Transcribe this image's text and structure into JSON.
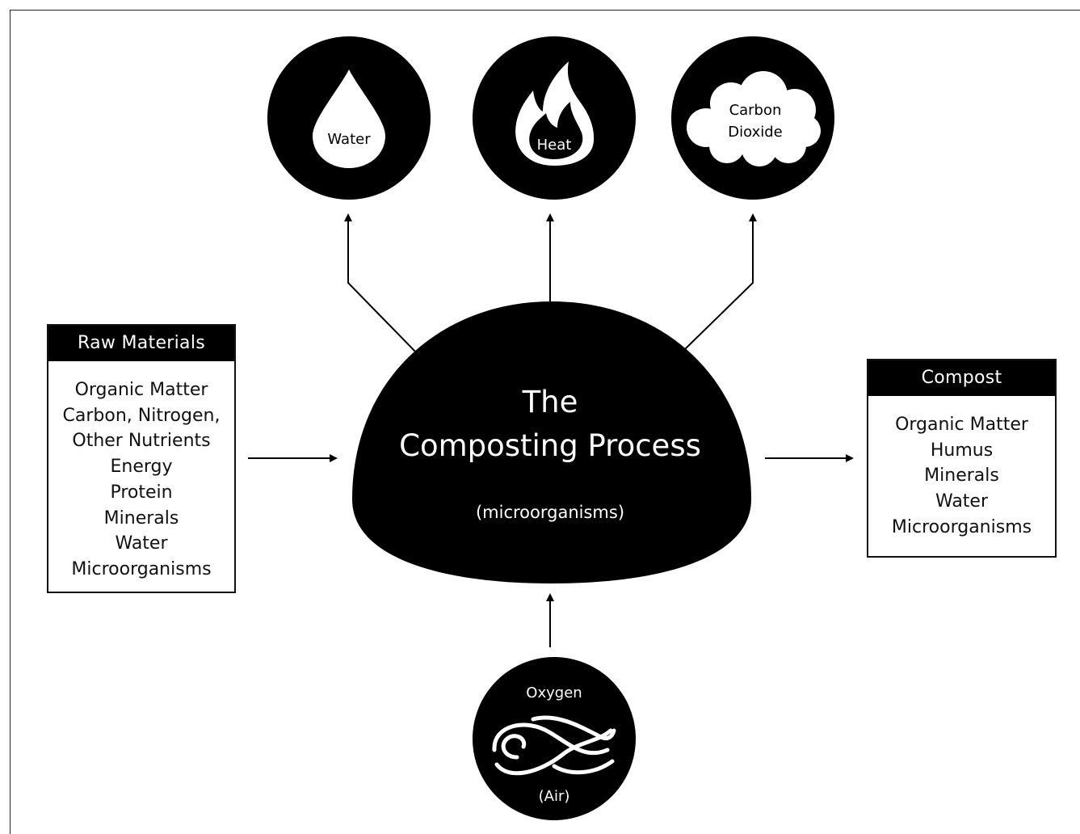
{
  "center": {
    "title_line1": "The",
    "title_line2": "Composting Process",
    "subtitle": "(microorganisms)"
  },
  "outputs": [
    {
      "label": "Water",
      "icon": "water-drop-icon"
    },
    {
      "label": "Heat",
      "icon": "flame-icon"
    },
    {
      "label_line1": "Carbon",
      "label_line2": "Dioxide",
      "icon": "cloud-icon"
    }
  ],
  "input_air": {
    "label_top": "Oxygen",
    "label_bottom": "(Air)",
    "icon": "wind-icon"
  },
  "raw_materials": {
    "header": "Raw Materials",
    "items": [
      "Organic Matter",
      "Carbon, Nitrogen,",
      "Other Nutrients",
      "Energy",
      "Protein",
      "Minerals",
      "Water",
      "Microorganisms"
    ]
  },
  "compost": {
    "header": "Compost",
    "items": [
      "Organic Matter",
      "Humus",
      "Minerals",
      "Water",
      "Microorganisms"
    ]
  },
  "colors": {
    "ink": "#000000",
    "paper": "#ffffff"
  }
}
